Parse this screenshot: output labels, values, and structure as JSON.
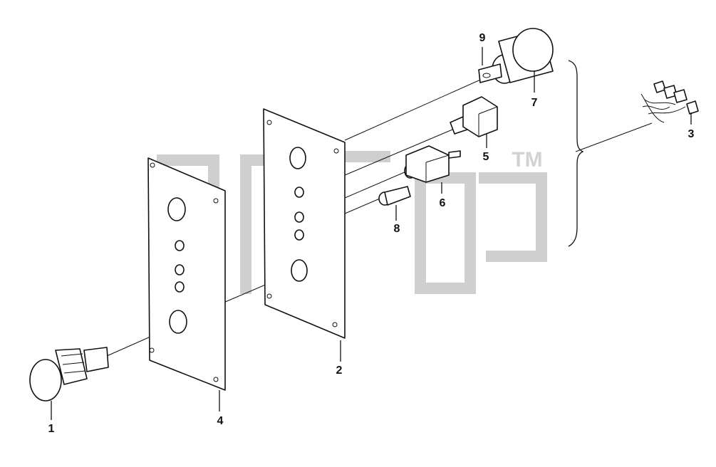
{
  "watermark": {
    "mark": "TM"
  },
  "callouts": [
    {
      "id": "c1",
      "label": "1"
    },
    {
      "id": "c2",
      "label": "2"
    },
    {
      "id": "c3",
      "label": "3"
    },
    {
      "id": "c4",
      "label": "4"
    },
    {
      "id": "c5",
      "label": "5"
    },
    {
      "id": "c6",
      "label": "6"
    },
    {
      "id": "c7",
      "label": "7"
    },
    {
      "id": "c8",
      "label": "8"
    },
    {
      "id": "c9",
      "label": "9"
    }
  ]
}
